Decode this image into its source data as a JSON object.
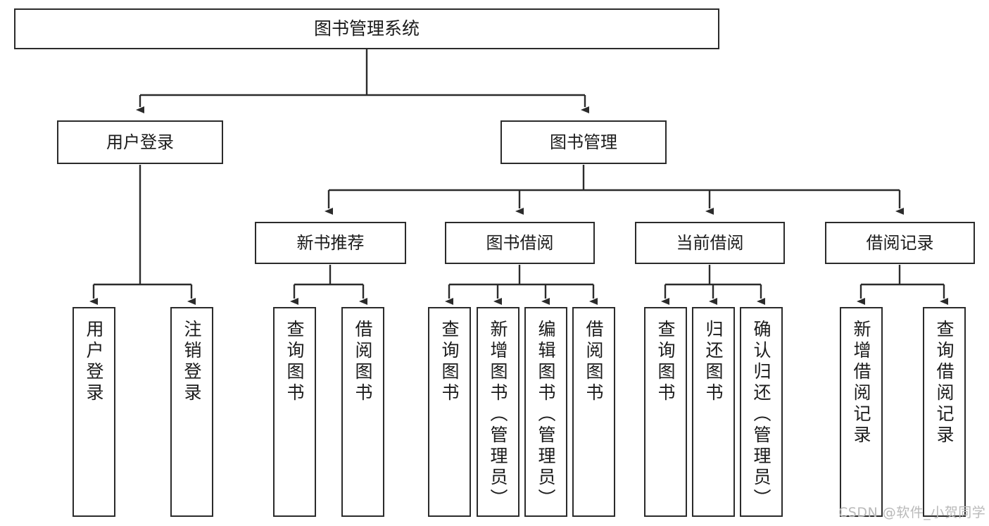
{
  "diagram": {
    "type": "tree-hierarchy",
    "title": "图书管理系统",
    "root": {
      "id": "root",
      "label": "图书管理系统"
    },
    "level2": [
      {
        "id": "user-login",
        "label": "用户登录"
      },
      {
        "id": "book-manage",
        "label": "图书管理"
      }
    ],
    "level3": [
      {
        "id": "new-book-rec",
        "label": "新书推荐",
        "parent": "book-manage"
      },
      {
        "id": "book-borrow",
        "label": "图书借阅",
        "parent": "book-manage"
      },
      {
        "id": "current-borrow",
        "label": "当前借阅",
        "parent": "book-manage"
      },
      {
        "id": "borrow-record",
        "label": "借阅记录",
        "parent": "book-manage"
      }
    ],
    "leaves": [
      {
        "id": "leaf-user-login",
        "label": "用户登录",
        "parent": "user-login"
      },
      {
        "id": "leaf-logout",
        "label": "注销登录",
        "parent": "user-login"
      },
      {
        "id": "leaf-query-book-rec",
        "label": "查询图书",
        "parent": "new-book-rec"
      },
      {
        "id": "leaf-borrow-book-rec",
        "label": "借阅图书",
        "parent": "new-book-rec"
      },
      {
        "id": "leaf-query-book-borrow",
        "label": "查询图书",
        "parent": "book-borrow"
      },
      {
        "id": "leaf-add-book",
        "label": "新增图书（管理员）",
        "parent": "book-borrow"
      },
      {
        "id": "leaf-edit-book",
        "label": "编辑图书（管理员）",
        "parent": "book-borrow"
      },
      {
        "id": "leaf-borrow-book",
        "label": "借阅图书",
        "parent": "book-borrow"
      },
      {
        "id": "leaf-query-book-cur",
        "label": "查询图书",
        "parent": "current-borrow"
      },
      {
        "id": "leaf-return-book",
        "label": "归还图书",
        "parent": "current-borrow"
      },
      {
        "id": "leaf-confirm-return",
        "label": "确认归还（管理员）",
        "parent": "current-borrow"
      },
      {
        "id": "leaf-add-record",
        "label": "新增借阅记录",
        "parent": "borrow-record"
      },
      {
        "id": "leaf-query-record",
        "label": "查询借阅记录",
        "parent": "borrow-record"
      }
    ],
    "colors": {
      "stroke": "#2b2b2b",
      "fill": "#ffffff",
      "text": "#1b1b1b",
      "watermark": "#b9b9b9"
    }
  },
  "watermark": {
    "text": "CSDN @软件_小贺同学"
  }
}
